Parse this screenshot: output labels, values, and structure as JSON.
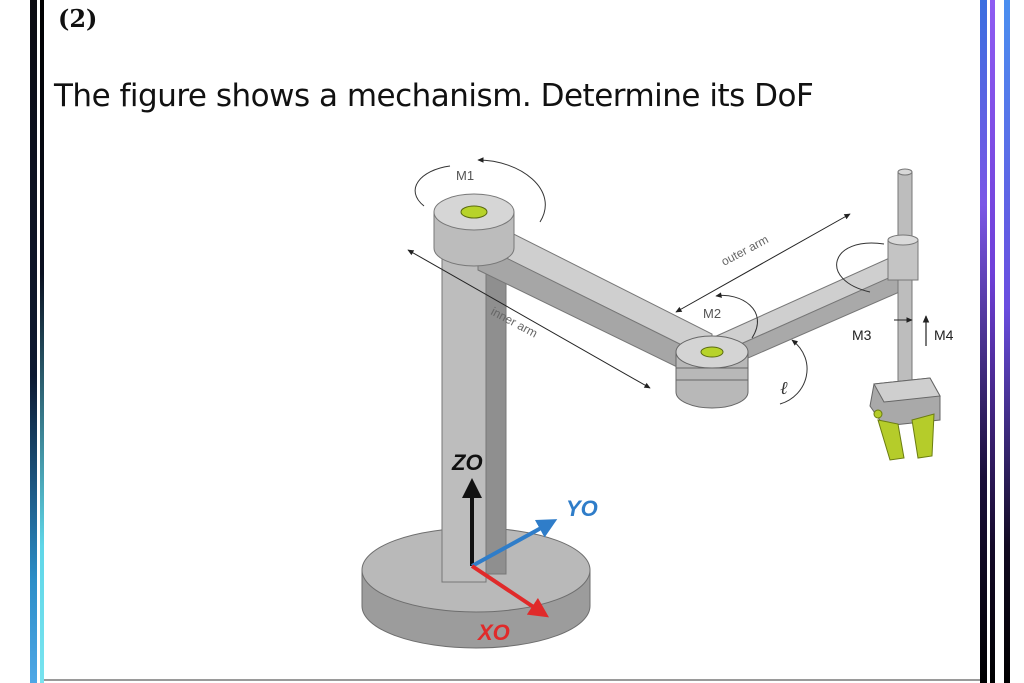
{
  "question": {
    "number": "(2)",
    "prompt": "The figure shows a mechanism. Determine its DoF"
  },
  "figure": {
    "labels": {
      "m1": "M1",
      "m2": "M2",
      "m3": "M3",
      "m4": "M4",
      "outer_arm": "outer arm",
      "inner_arm": "inner arm",
      "ell": "ℓ",
      "z0": "ZO",
      "y0": "YO",
      "x0": "XO"
    },
    "colors": {
      "x_axis": "#e02a2a",
      "y_axis": "#2f7dc9",
      "z_axis": "#111111",
      "joint_center": "#b7d32a",
      "gripper": "#b5cc2a",
      "structure": "#c8c8c8"
    }
  }
}
